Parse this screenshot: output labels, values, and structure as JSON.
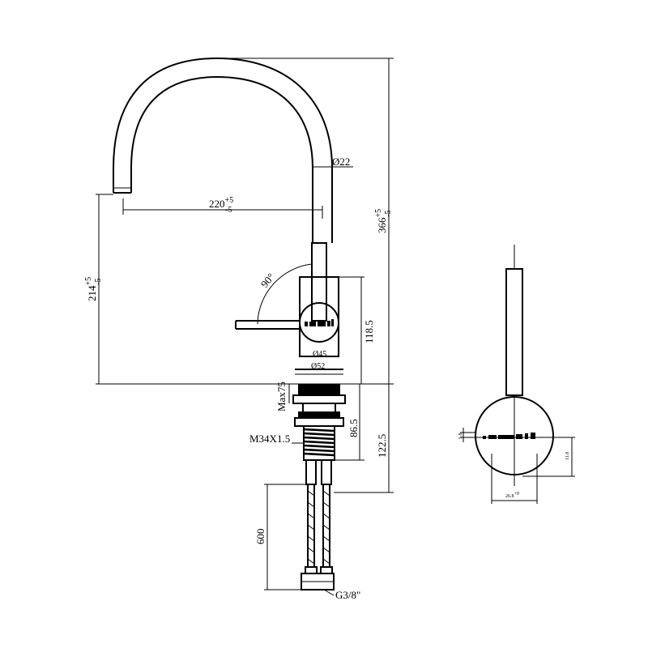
{
  "labels": {
    "spout_diameter": "Ø22",
    "spout_reach_main": "220",
    "spout_reach_tol_up": "+5",
    "spout_reach_tol_down": "-5",
    "total_height_main": "366",
    "total_height_tol_up": "+5",
    "total_height_tol_down": "-5",
    "outlet_height_main": "214",
    "outlet_height_tol_up": "+5",
    "outlet_height_tol_down": "-5",
    "lever_angle": "90°",
    "body_height": "118.5",
    "body_diameter_inner": "Ø45",
    "body_diameter_outer": "Ø52",
    "max_thickness": "Max75",
    "shank_length": "86.5",
    "below_deck_length": "122.5",
    "thread_spec": "M34X1.5",
    "hose_length": "600",
    "hose_connection": "G3/8\""
  },
  "side_view_labels": {
    "height_label": "11.8",
    "width_label": "26.8",
    "width_tol": "+0",
    "small_dim_label": "5.8"
  },
  "colors": {
    "line": "#000000",
    "background": "#ffffff"
  }
}
